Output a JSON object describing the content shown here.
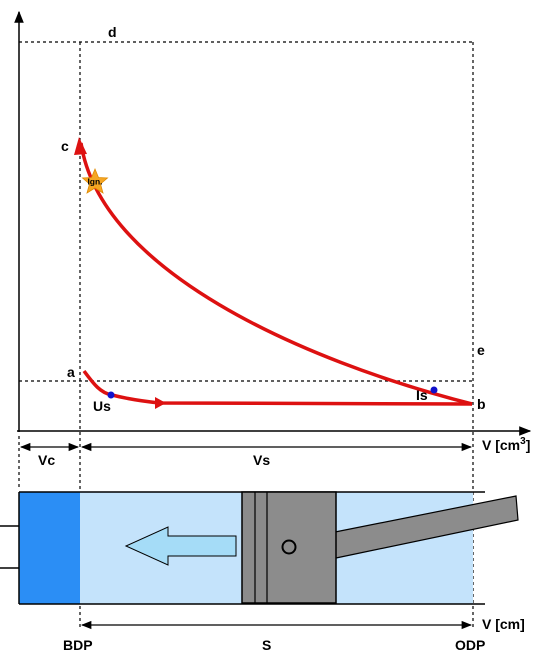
{
  "pv_diagram": {
    "points": {
      "a": "a",
      "b": "b",
      "c": "c",
      "d": "d",
      "e": "e"
    },
    "markers": {
      "us": "Us",
      "is": "Is"
    },
    "ignition": "Ign."
  },
  "axes": {
    "volume_label": "V [cm",
    "volume_exponent": "3",
    "volume_label_close": "]",
    "position_label": "V [cm]"
  },
  "dimensions": {
    "vc": "Vc",
    "vs": "Vs",
    "stroke": "S"
  },
  "dead_centers": {
    "bdp": "BDP",
    "odp": "ODP"
  },
  "colors": {
    "curve": "#dd1111",
    "marker": "#1111cc",
    "ignition_star": "#f5a623",
    "combustion_chamber": "#2b8ef5",
    "cylinder": "#c4e3fb",
    "piston": "#8c8c8c",
    "arrow_fill": "#a5dcf7"
  }
}
